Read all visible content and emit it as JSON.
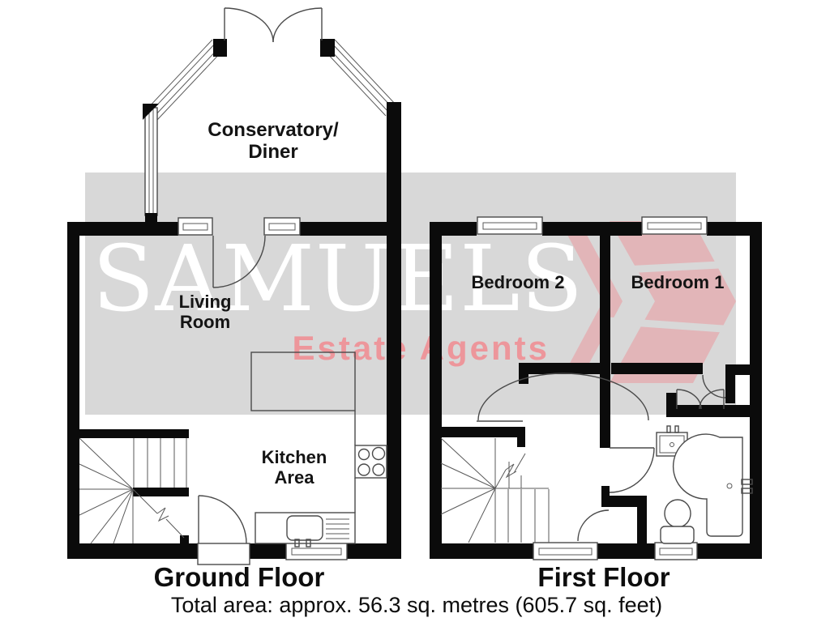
{
  "watermark": {
    "brand": "SAMUELS",
    "tagline": "Estate Agents"
  },
  "colors": {
    "wall": "#0b0b0b",
    "plan_line": "#4a4a4a",
    "watermark_band": "#d8d8d8",
    "watermark_brand": "#ffffff",
    "watermark_accent": "#fa6e76",
    "tinted_window": "#f6c9cd",
    "label_text": "#141414"
  },
  "rooms": {
    "conservatory": {
      "line1": "Conservatory/",
      "line2": "Diner"
    },
    "living": {
      "line1": "Living",
      "line2": "Room"
    },
    "kitchen": {
      "line1": "Kitchen",
      "line2": "Area"
    },
    "bedroom2": {
      "label": "Bedroom 2"
    },
    "bedroom1": {
      "label": "Bedroom 1"
    }
  },
  "floors": {
    "ground": {
      "label": "Ground Floor"
    },
    "first": {
      "label": "First Floor"
    }
  },
  "footer": {
    "total_area": "Total area: approx. 56.3 sq. metres (605.7 sq. feet)"
  }
}
